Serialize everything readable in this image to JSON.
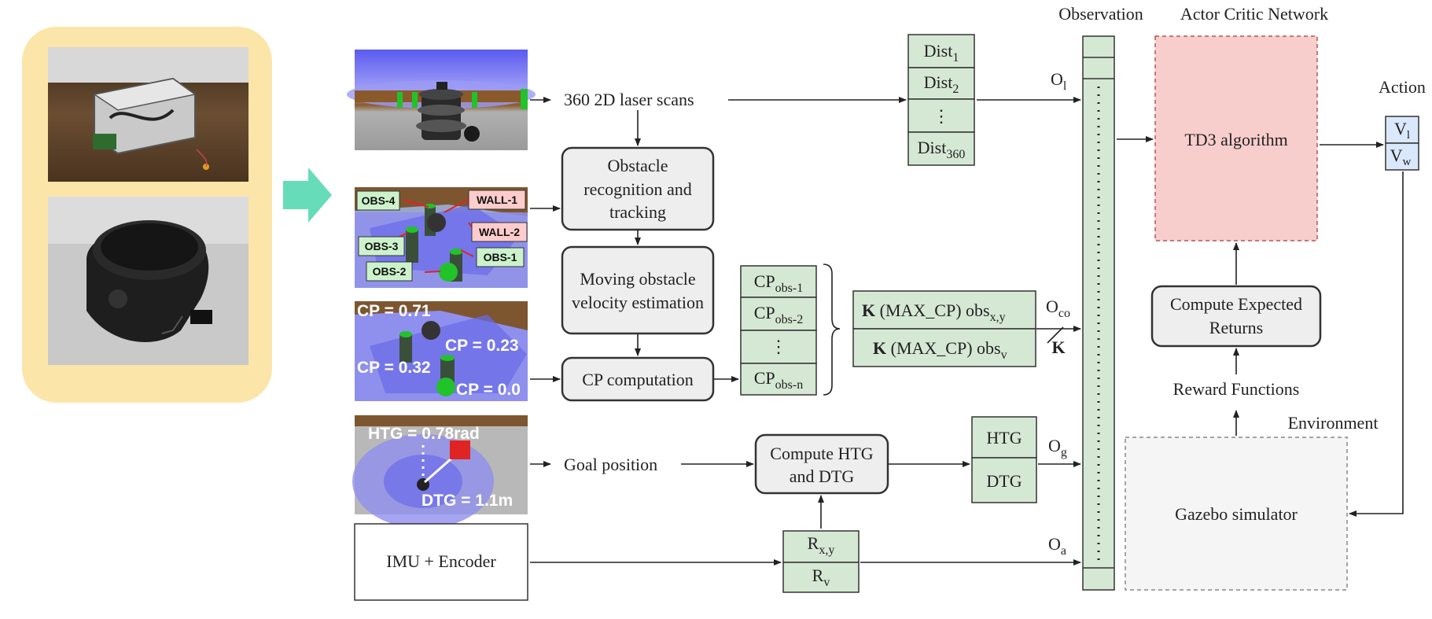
{
  "left_panel": {
    "bg_color": "#fbe5a8",
    "photo_top": "robot-platform-photo",
    "photo_bottom": "lidar-sensor-photo",
    "arrow_color": "#66dcb8"
  },
  "inputs": {
    "laser": {
      "text": "360 2D laser scans"
    },
    "recognition": {
      "line1": "Obstacle",
      "line2": "recognition and",
      "line3": "tracking",
      "tags": [
        "OBS-4",
        "WALL-1",
        "WALL-2",
        "OBS-3",
        "OBS-1",
        "OBS-2"
      ]
    },
    "velocity": {
      "line1": "Moving obstacle",
      "line2": "velocity estimation"
    },
    "cp": {
      "text": "CP computation",
      "values": [
        "CP = 0.71",
        "CP = 0.23",
        "CP = 0.32",
        "CP = 0.0"
      ]
    },
    "goal": {
      "text": "Goal position",
      "htg": "HTG = 0.78rad",
      "dtg": "DTG = 1.1m"
    },
    "imu": {
      "text": "IMU + Encoder"
    }
  },
  "dist_stack": {
    "items": [
      {
        "base": "Dist",
        "sub": "1"
      },
      {
        "base": "Dist",
        "sub": "2"
      },
      {
        "base": "⋮",
        "sub": ""
      },
      {
        "base": "Dist",
        "sub": "360"
      }
    ]
  },
  "cp_stack": {
    "items": [
      {
        "base": "CP",
        "sub": "obs-1"
      },
      {
        "base": "CP",
        "sub": "obs-2"
      },
      {
        "base": "⋮",
        "sub": ""
      },
      {
        "base": "CP",
        "sub": "obs-n"
      }
    ]
  },
  "k_block": {
    "row1": {
      "k": "K",
      "mid": " (MAX_CP) obs",
      "sub": "x,y"
    },
    "row2": {
      "k": "K",
      "mid": " (MAX_CP) obs",
      "sub": "v"
    },
    "slash_label": "K"
  },
  "compute_htg": {
    "line1": "Compute HTG",
    "line2": "and DTG"
  },
  "htg_dtg": {
    "htg": "HTG",
    "dtg": "DTG"
  },
  "r_block": {
    "r1": {
      "base": "R",
      "sub": "x,y"
    },
    "r2": {
      "base": "R",
      "sub": "v"
    }
  },
  "observation": {
    "title": "Observation",
    "o_l": {
      "base": "O",
      "sub": "l"
    },
    "o_co": {
      "base": "O",
      "sub": "co"
    },
    "o_g": {
      "base": "O",
      "sub": "g"
    },
    "o_a": {
      "base": "O",
      "sub": "a"
    }
  },
  "actor_critic": {
    "title": "Actor Critic Network",
    "algorithm": "TD3 algorithm"
  },
  "returns": {
    "line1": "Compute Expected",
    "line2": "Returns"
  },
  "reward": {
    "text": "Reward Functions"
  },
  "environment": {
    "title": "Environment",
    "simulator": "Gazebo simulator"
  },
  "action": {
    "title": "Action",
    "v1": {
      "base": "V",
      "sub": "l"
    },
    "v2": {
      "base": "V",
      "sub": "w"
    }
  },
  "colors": {
    "green_box": "#d5e8d4",
    "td3_fill": "#f8cecc",
    "td3_border": "#b85450",
    "action_fill": "#dae8fc",
    "grey_box": "#eeeeee",
    "gazebo_fill": "#f5f5f5",
    "sim_blue": "#7c7cf0",
    "obstacle_green": "#22c22a",
    "goal_red": "#e02424"
  }
}
